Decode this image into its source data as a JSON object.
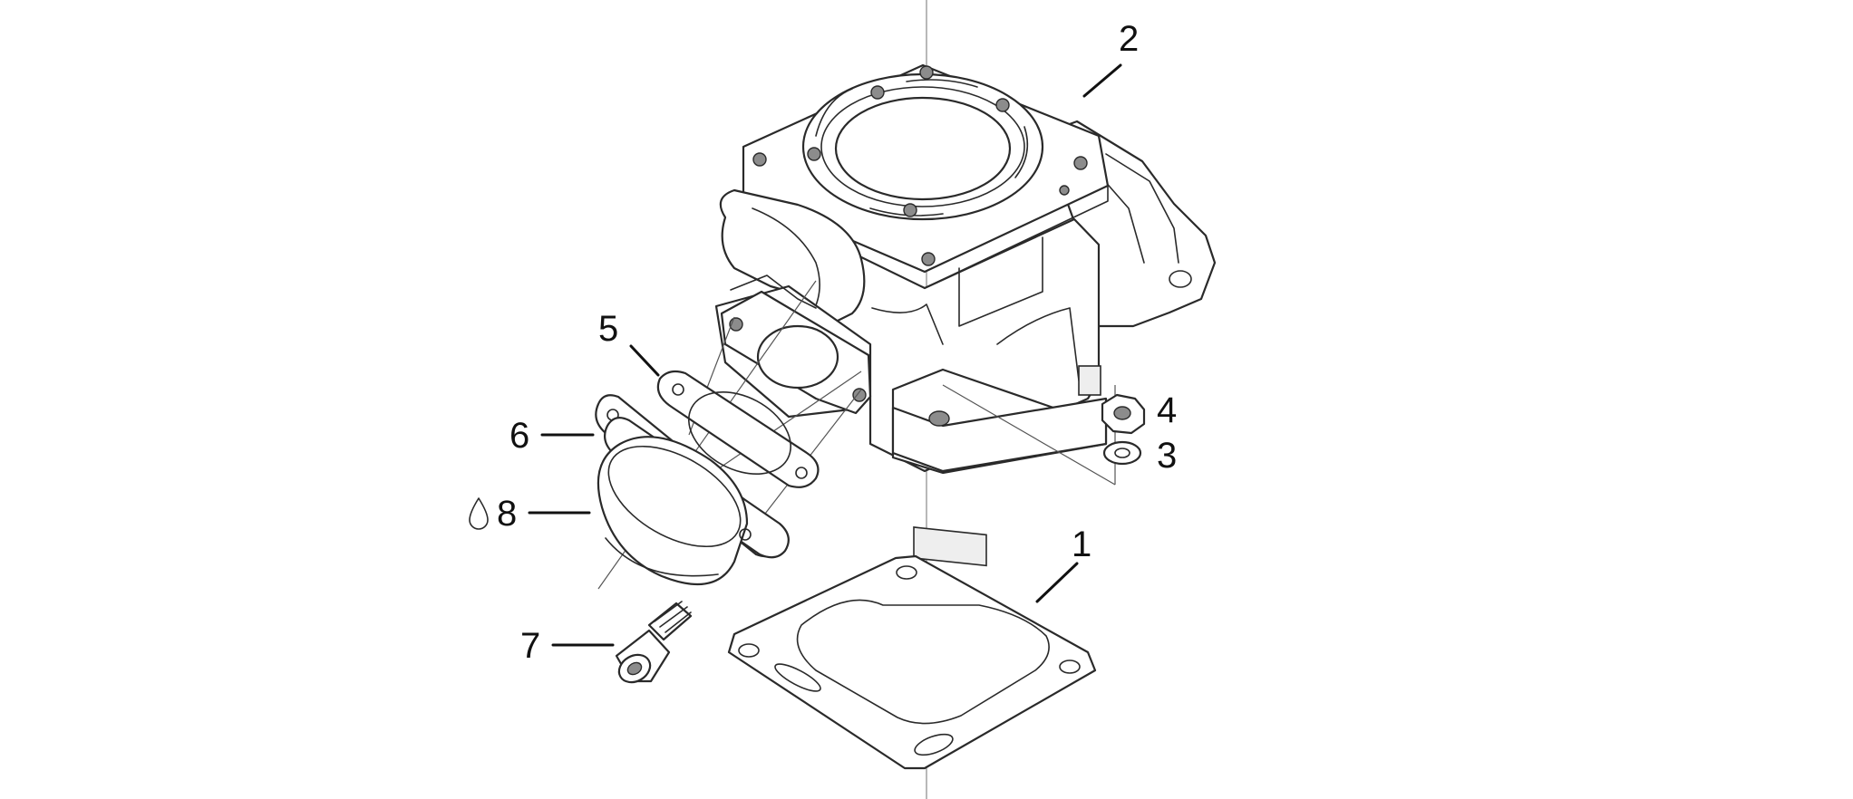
{
  "callouts": [
    {
      "id": "1",
      "label": "1",
      "part": "base-gasket"
    },
    {
      "id": "2",
      "label": "2",
      "part": "cylinder"
    },
    {
      "id": "3",
      "label": "3",
      "part": "washer"
    },
    {
      "id": "4",
      "label": "4",
      "part": "nut"
    },
    {
      "id": "5",
      "label": "5",
      "part": "intake-gasket"
    },
    {
      "id": "6",
      "label": "6",
      "part": "flange-gasket"
    },
    {
      "id": "7",
      "label": "7",
      "part": "socket-screw"
    },
    {
      "id": "8",
      "label": "8",
      "part": "intake-flange"
    }
  ],
  "icons": {
    "lubricant": "drop-icon"
  },
  "colors": {
    "line": "#2a2a2a",
    "centerline": "#9a9a9a",
    "background": "#ffffff"
  }
}
